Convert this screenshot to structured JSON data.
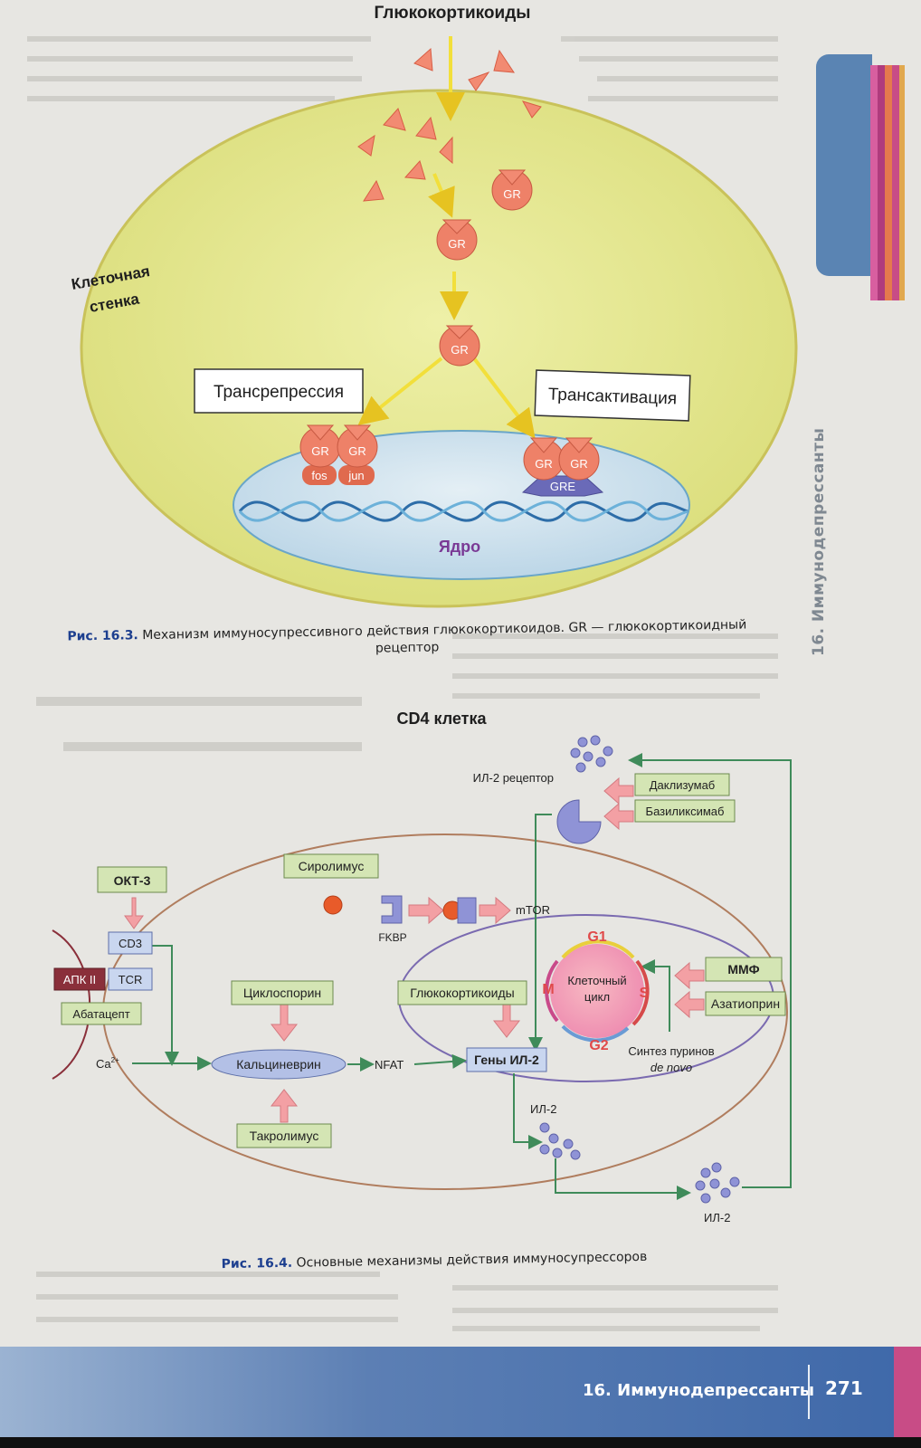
{
  "figure1": {
    "title": "Глюкокортикоиды",
    "cell_wall_line1": "Клеточная",
    "cell_wall_line2": "стенка",
    "receptor_label": "GR",
    "transrepression": "Трансрепрессия",
    "transactivation": "Трансактивация",
    "fos": "fos",
    "jun": "jun",
    "gre": "GRE",
    "nucleus": "Ядро",
    "caption_ref": "Рис. 16.3.",
    "caption_line1": "Механизм иммуносупрессивного действия глюкокортикоидов. GR — глюкокортикоидный",
    "caption_line2": "рецептор"
  },
  "figure2": {
    "title": "CD4 клетка",
    "il2_receptor": "ИЛ-2 рецептор",
    "daclizumab": "Даклизумаб",
    "basiliximab": "Базиликсимаб",
    "okt3": "ОКТ-3",
    "cd3": "CD3",
    "tcr": "TCR",
    "apc": "АПК II",
    "abatacept": "Абатацепт",
    "calcium": "Ca",
    "calcium_sup": "2+",
    "sirolimus": "Сиролимус",
    "fkbp": "FKBP",
    "mtor": "mTOR",
    "cyclosporine": "Циклоспорин",
    "calcineurin": "Кальциневрин",
    "nfat": "NFAT",
    "tacrolimus": "Такролимус",
    "glucocorticoids": "Глюкокортикоиды",
    "il2_genes": "Гены ИЛ-2",
    "cell_cycle_line1": "Клеточный",
    "cell_cycle_line2": "цикл",
    "g1": "G1",
    "s": "S",
    "g2": "G2",
    "m": "M",
    "mmf": "ММФ",
    "azathioprine": "Азатиоприн",
    "purine_line1": "Синтез пуринов",
    "purine_line2": "de novo",
    "il2_inner": "ИЛ-2",
    "il2_outer": "ИЛ-2",
    "caption_ref": "Рис. 16.4.",
    "caption_text": "Основные механизмы действия иммуносупрессоров"
  },
  "side": {
    "vertical_title": "16. Иммунодепрессанты"
  },
  "footer": {
    "chapter_title": "16. Иммунодепрессанты",
    "page_number": "271"
  },
  "colors": {
    "cell": "#e5e58a",
    "nucleus": "#cfe2ee",
    "receptor": "#ee8168",
    "arrow_yellow": "#f3e23a",
    "green_box": "#d4e5b4",
    "green_line": "#3f8b5a",
    "blue_box": "#c9d6ef",
    "pink_arrow": "#f3a0a4",
    "footer_blue": "#3e68a9",
    "accent_pink": "#c84c86"
  }
}
